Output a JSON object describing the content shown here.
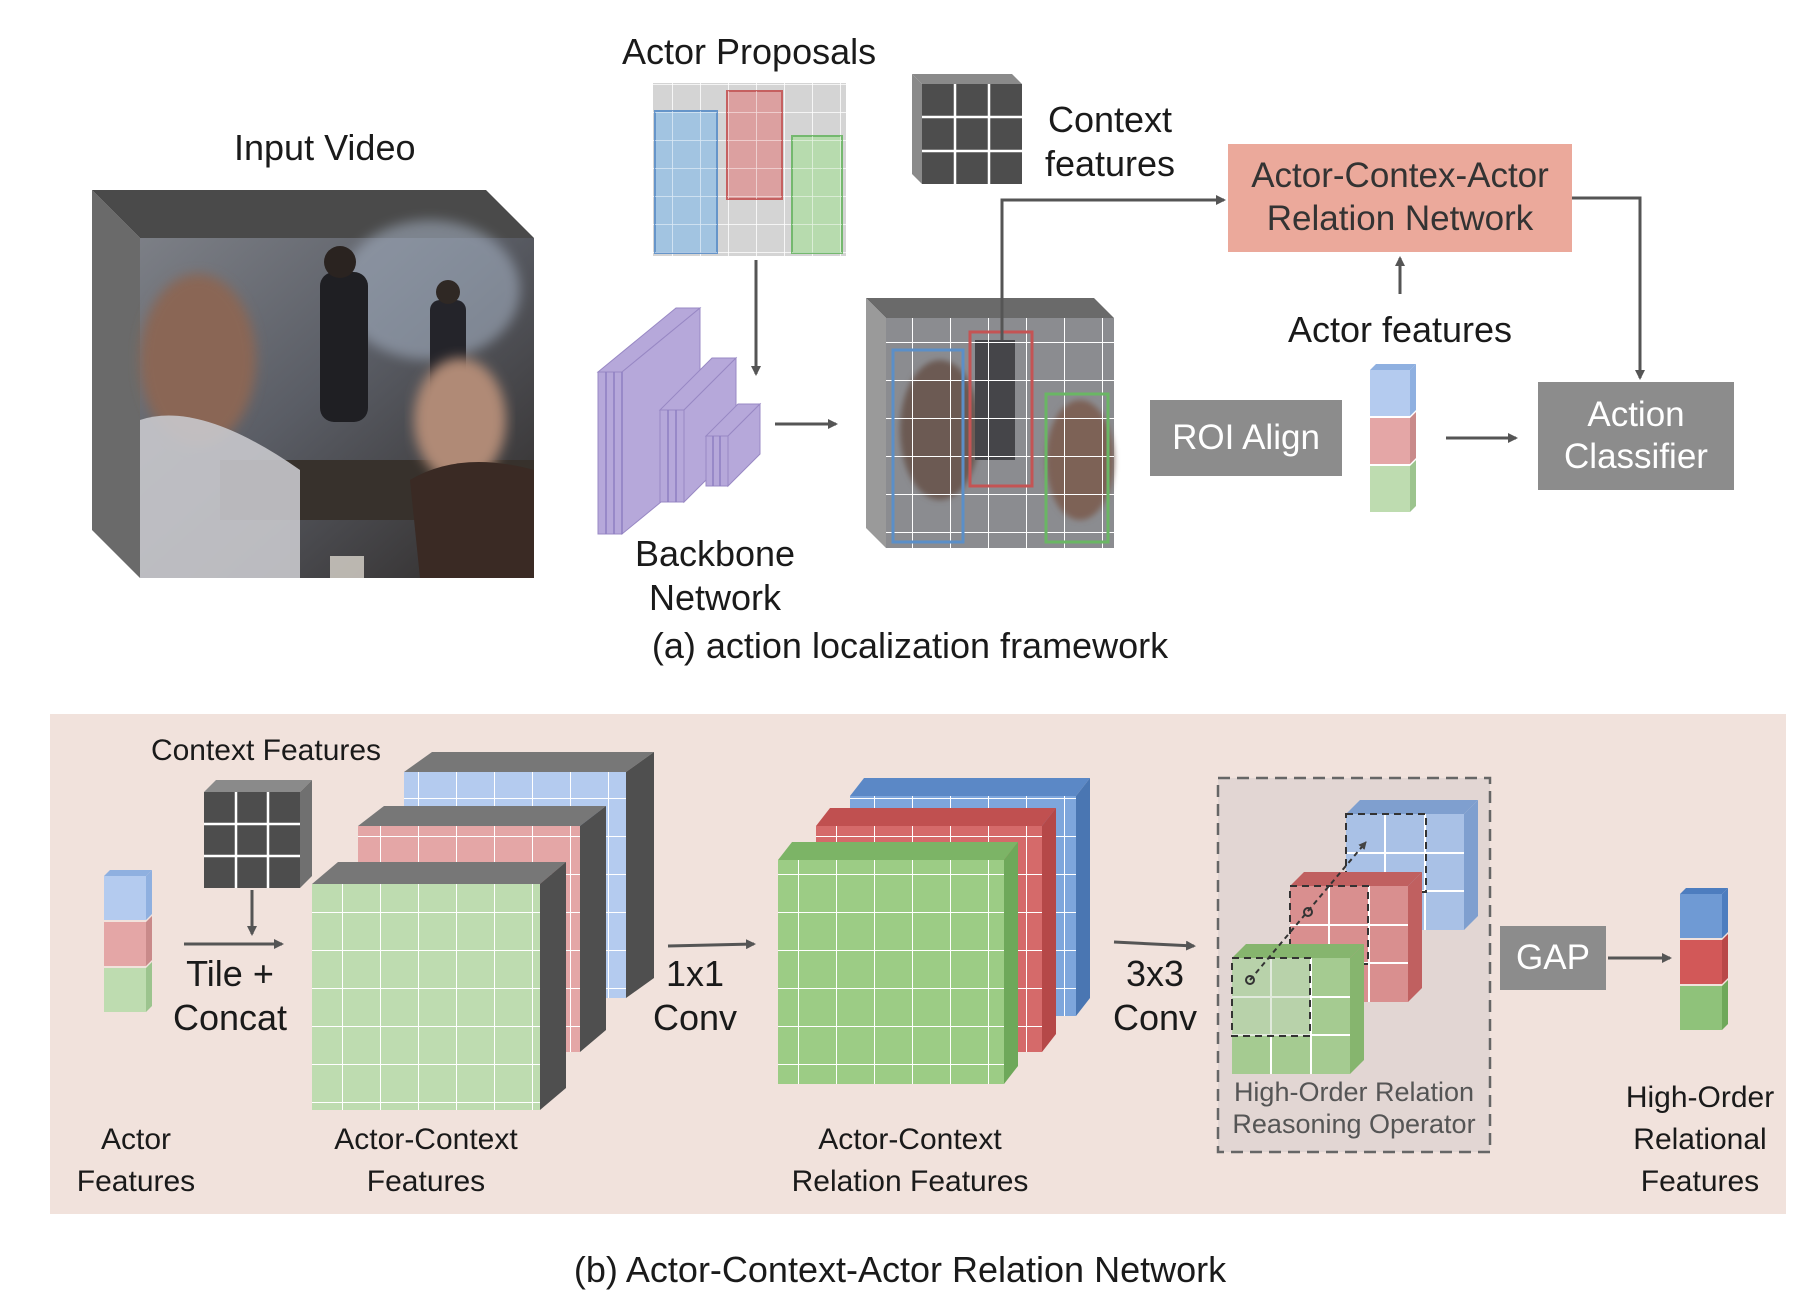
{
  "part_a": {
    "input_video_label": "Input Video",
    "actor_proposals_label": "Actor Proposals",
    "context_features_label_line1": "Context",
    "context_features_label_line2": "features",
    "acar_box_line1": "Actor-Contex-Actor",
    "acar_box_line2": "Relation Network",
    "actor_features_label": "Actor features",
    "roi_align_label": "ROI Align",
    "action_classifier_line1": "Action",
    "action_classifier_line2": "Classifier",
    "backbone_line1": "Backbone",
    "backbone_line2": "Network",
    "caption": "(a)   action localization framework"
  },
  "part_b": {
    "context_features_label": "Context Features",
    "tile_concat_line1": "Tile +",
    "tile_concat_line2": "Concat",
    "conv1_line1": "1x1",
    "conv1_line2": "Conv",
    "conv3_line1": "3x3",
    "conv3_line2": "Conv",
    "gap_label": "GAP",
    "hor_operator_line1": "High-Order Relation",
    "hor_operator_line2": "Reasoning Operator",
    "actor_features_line1": "Actor",
    "actor_features_line2": "Features",
    "actor_context_line1": "Actor-Context",
    "actor_context_line2": "Features",
    "relation_features_line1": "Actor-Context",
    "relation_features_line2": "Relation Features",
    "hor_features_line1": "High-Order",
    "hor_features_line2": "Relational",
    "hor_features_line3": "Features",
    "caption": "(b)   Actor-Context-Actor Relation Network"
  },
  "colors": {
    "blue_light": "#b4cbef",
    "red_light": "#e4a6a6",
    "green_light": "#bedcb0",
    "blue": "#7ea6dc",
    "red": "#d56a6a",
    "green": "#9ccc85",
    "acar_box": "#eba99b",
    "gray_box": "#8c8c8c",
    "panel_bg": "#f1e2dc",
    "purple": "#b6a8da"
  }
}
